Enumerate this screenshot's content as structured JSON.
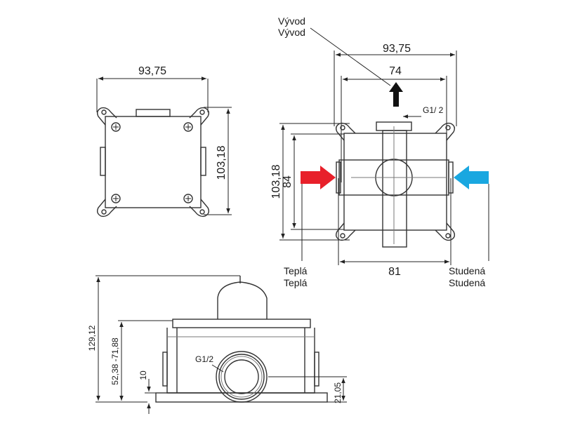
{
  "top_left_view": {
    "width_dim": "93,75",
    "height_dim": "103,18"
  },
  "top_right_view": {
    "outlet_label_1": "Vývod",
    "outlet_label_2": "Vývod",
    "width_dim_outer": "93,75",
    "width_dim_inner": "74",
    "thread_label": "G1/ 2",
    "height_dim_outer": "103,18",
    "height_dim_inner": "84",
    "bottom_dim": "81",
    "hot_label_1": "Teplá",
    "hot_label_2": "Teplá",
    "cold_label_1": "Studená",
    "cold_label_2": "Studená",
    "hot_color": "#e8202a",
    "cold_color": "#1aa7e0",
    "outlet_arrow_color": "#111111"
  },
  "side_view": {
    "total_height_dim": "129,12",
    "install_depth_dim": "52,38 -71,88",
    "base_dim": "10",
    "thread_label": "G1/2",
    "axis_height_dim": "21,05"
  }
}
